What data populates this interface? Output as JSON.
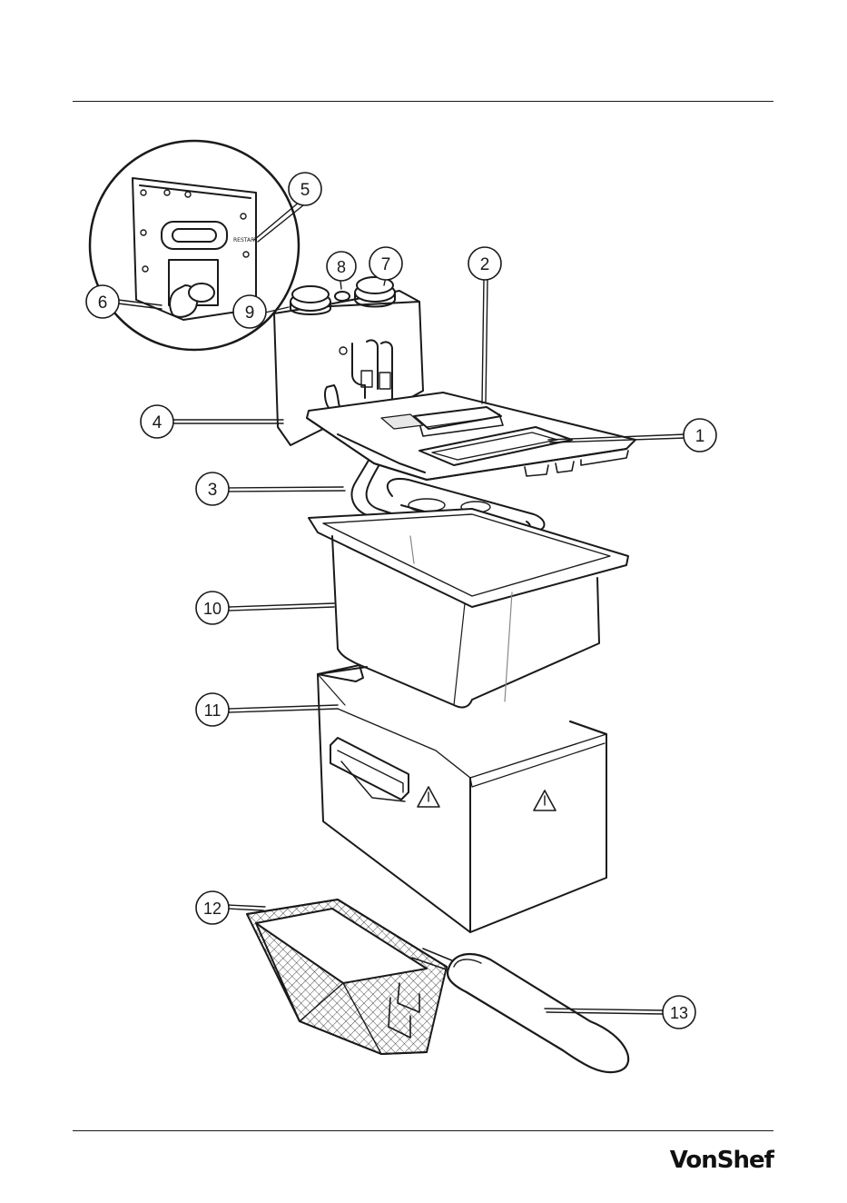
{
  "brand": "VonShef",
  "colors": {
    "ink": "#1a1a1a",
    "paper": "#ffffff",
    "shade": "#f2f2f2"
  },
  "detail_label": "RESTART",
  "callouts": [
    "1",
    "2",
    "3",
    "4",
    "5",
    "6",
    "7",
    "8",
    "9",
    "10",
    "11",
    "12",
    "13"
  ]
}
